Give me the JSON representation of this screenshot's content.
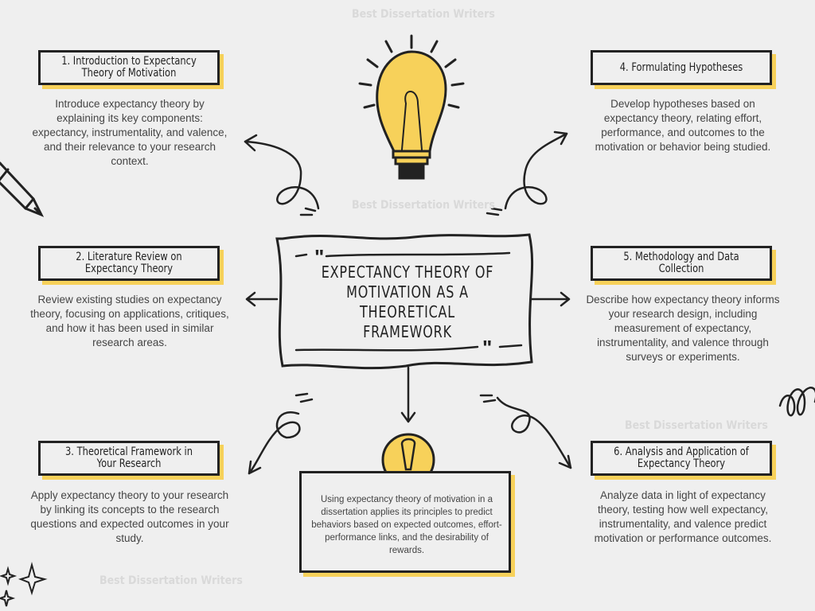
{
  "watermark": "Best Dissertation Writers",
  "center_title": [
    "EXPECTANCY THEORY OF",
    "MOTIVATION AS A",
    "THEORETICAL FRAMEWORK"
  ],
  "sections": [
    {
      "title": "1. Introduction to Expectancy Theory of Motivation",
      "body": "Introduce expectancy theory by explaining its key components: expectancy, instrumentality, and valence, and their relevance to your research context."
    },
    {
      "title": "2. Literature Review on Expectancy Theory",
      "body": "Review existing studies on expectancy theory, focusing on applications, critiques, and how it has been used in similar research areas."
    },
    {
      "title": "3. Theoretical Framework in Your Research",
      "body": "Apply expectancy theory to your research by linking its concepts to the research questions and expected outcomes in your study."
    },
    {
      "title": "4. Formulating Hypotheses",
      "body": "Develop hypotheses based on expectancy theory, relating effort, performance, and outcomes to the motivation or behavior being studied."
    },
    {
      "title": "5. Methodology and Data Collection",
      "body": "Describe how expectancy theory informs your research design, including measurement of expectancy, instrumentality, and valence through surveys or experiments."
    },
    {
      "title": "6. Analysis and Application of Expectancy Theory",
      "body": "Analyze data in light of expectancy theory, testing how well expectancy, instrumentality, and valence predict motivation or performance outcomes."
    }
  ],
  "summary": "Using expectancy theory of motivation in a dissertation applies its principles to predict behaviors based on expected outcomes, effort-performance links, and the desirability of rewards.",
  "colors": {
    "accent": "#f7d15a",
    "ink": "#222222",
    "background": "#efefef"
  }
}
